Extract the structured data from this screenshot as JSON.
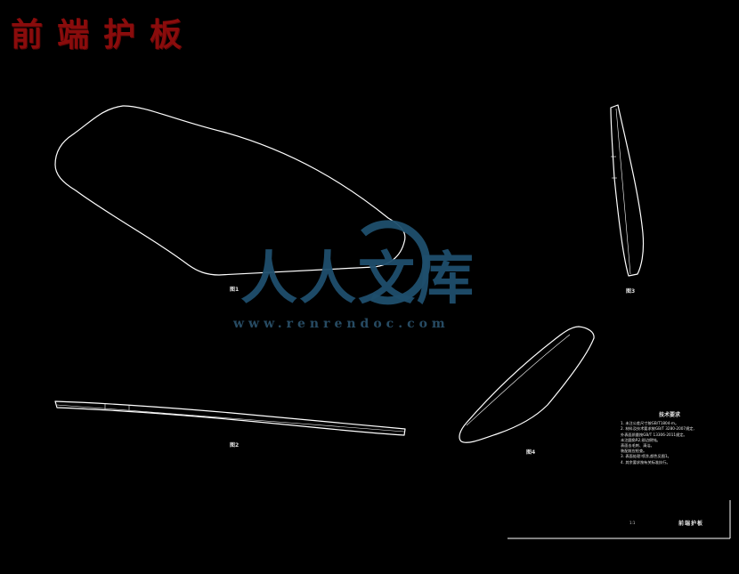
{
  "title": "前端护板",
  "watermark": {
    "brand": "人人文库",
    "site": "www.renrendoc.com",
    "color": "#1f4f6d"
  },
  "views": [
    {
      "name": "view-main",
      "label": "图1"
    },
    {
      "name": "view-side",
      "label": "图2"
    },
    {
      "name": "view-end",
      "label": "图3"
    },
    {
      "name": "view-oblique",
      "label": "图4"
    }
  ],
  "notes": {
    "title": "技术要求",
    "lines": [
      "1. 未注公差尺寸按GB/T1804-m。",
      "2. 材料及技术要求按GB/T 3280-2007规定,",
      "   外表面质量按GB/T 13306-2011规定。",
      "   未注圆角R2,锐边倒钝。",
      "   表面去毛刺、清洁。",
      "   装配前应检查。",
      "3. 表面处理:喷涂,颜色见图1。",
      "4. 其余要求按有关标准执行。"
    ]
  },
  "title_block": {
    "part_name": "前端护板",
    "scale": "1:1"
  },
  "colors": {
    "background": "#000000",
    "line": "#ffffff",
    "title": "#8a0c0c"
  }
}
